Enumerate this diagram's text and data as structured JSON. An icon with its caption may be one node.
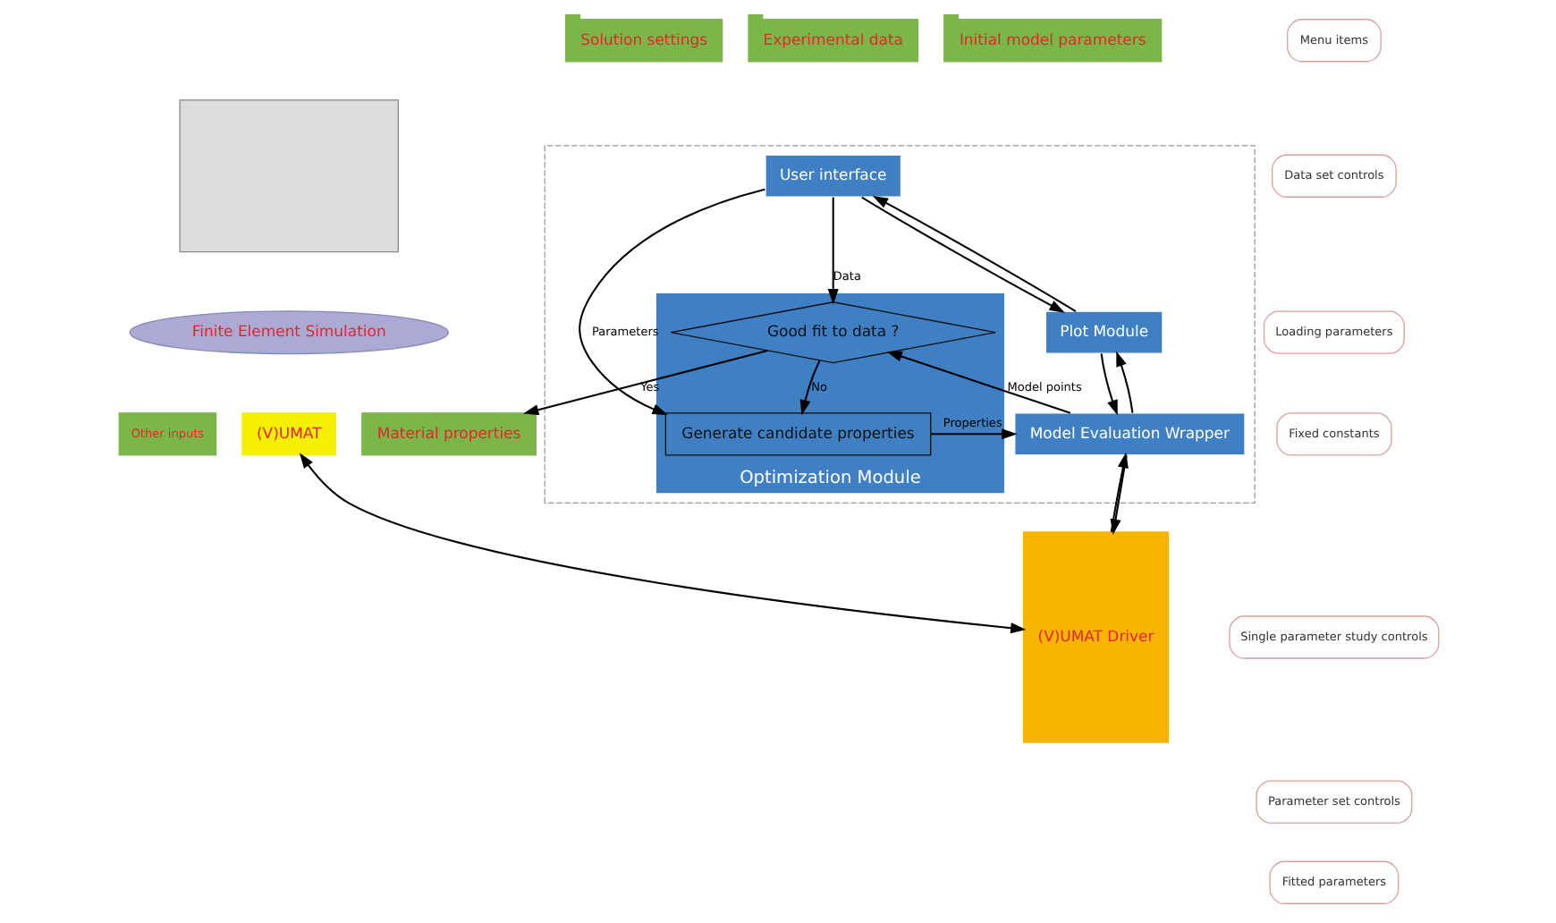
{
  "diagram": {
    "nodes": [
      {
        "text": [],
        "shape": "box"
      },
      {
        "text": [
          "Menu items"
        ]
      },
      {
        "text": [
          "Data set controls"
        ]
      },
      {
        "text": [
          "Loading parameters"
        ]
      },
      {
        "text": [
          "Fixed constants"
        ]
      },
      {
        "text": [
          "Single parameter study controls"
        ]
      },
      {
        "text": [
          "Parameter set controls"
        ]
      },
      {
        "text": [
          "Fitted parameters"
        ]
      },
      {
        "text": [
          "Finite Element Simulation"
        ]
      },
      {
        "text": [
          "Material properties"
        ]
      },
      {
        "text": [
          "Other inputs"
        ]
      },
      {
        "text": [
          "(V)UMAT"
        ]
      },
      {
        "text": [
          "Experimental data"
        ]
      },
      {
        "text": [
          "Initial model parameters"
        ]
      },
      {
        "text": [
          "Solution settings"
        ]
      },
      {
        "text": [],
        "shape": "box"
      },
      {
        "text": [
          "User interface"
        ],
        "in": 15
      },
      {
        "text": [
          "Optimization Module"
        ],
        "in": 15
      },
      {
        "text": [
          "Good fit to data ?"
        ],
        "in": 17
      },
      {
        "text": [
          "Generate candidate properties"
        ],
        "in": 17
      },
      {
        "text": [
          "Plot Module"
        ],
        "in": 15
      },
      {
        "text": [
          "Model Evaluation Wrapper"
        ],
        "in": 15
      },
      {
        "text": [
          "(V)UMAT Driver"
        ]
      }
    ],
    "edges": [
      {
        "from": 18,
        "to": 9,
        "arrow": "to",
        "label": "Yes"
      },
      {
        "from": 16,
        "to": 18,
        "arrow": "to",
        "label": "Data"
      },
      {
        "from": 21,
        "to": 18,
        "arrow": "to",
        "label": "Model points"
      },
      {
        "from": 18,
        "to": 19,
        "arrow": "to",
        "label": "No"
      },
      {
        "from": 16,
        "to": 19,
        "arrow": "to",
        "label": "Parameters"
      },
      {
        "from": 19,
        "to": 21,
        "arrow": "to",
        "label": "Properties"
      },
      {
        "from": 11,
        "to": 22,
        "arrow": "both"
      },
      {
        "from": 22,
        "to": 21,
        "arrow": "to"
      },
      {
        "from": 21,
        "to": 22,
        "arrow": "to"
      },
      {
        "from": 20,
        "to": 16,
        "arrow": "to"
      },
      {
        "from": 16,
        "to": 20,
        "arrow": "to"
      },
      {
        "from": 21,
        "to": 20,
        "arrow": "to"
      },
      {
        "from": 20,
        "to": 21,
        "arrow": "to"
      }
    ]
  }
}
